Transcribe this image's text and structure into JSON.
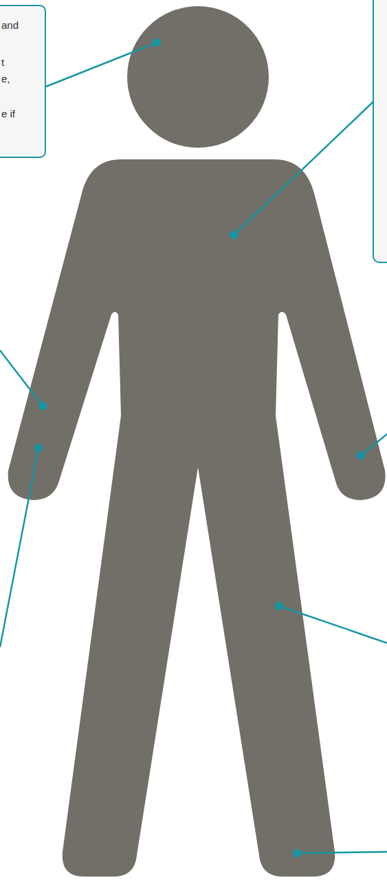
{
  "diagram": {
    "nodes": [
      {
        "text": [
          "and",
          "t",
          "e,",
          "e if"
        ]
      }
    ]
  }
}
